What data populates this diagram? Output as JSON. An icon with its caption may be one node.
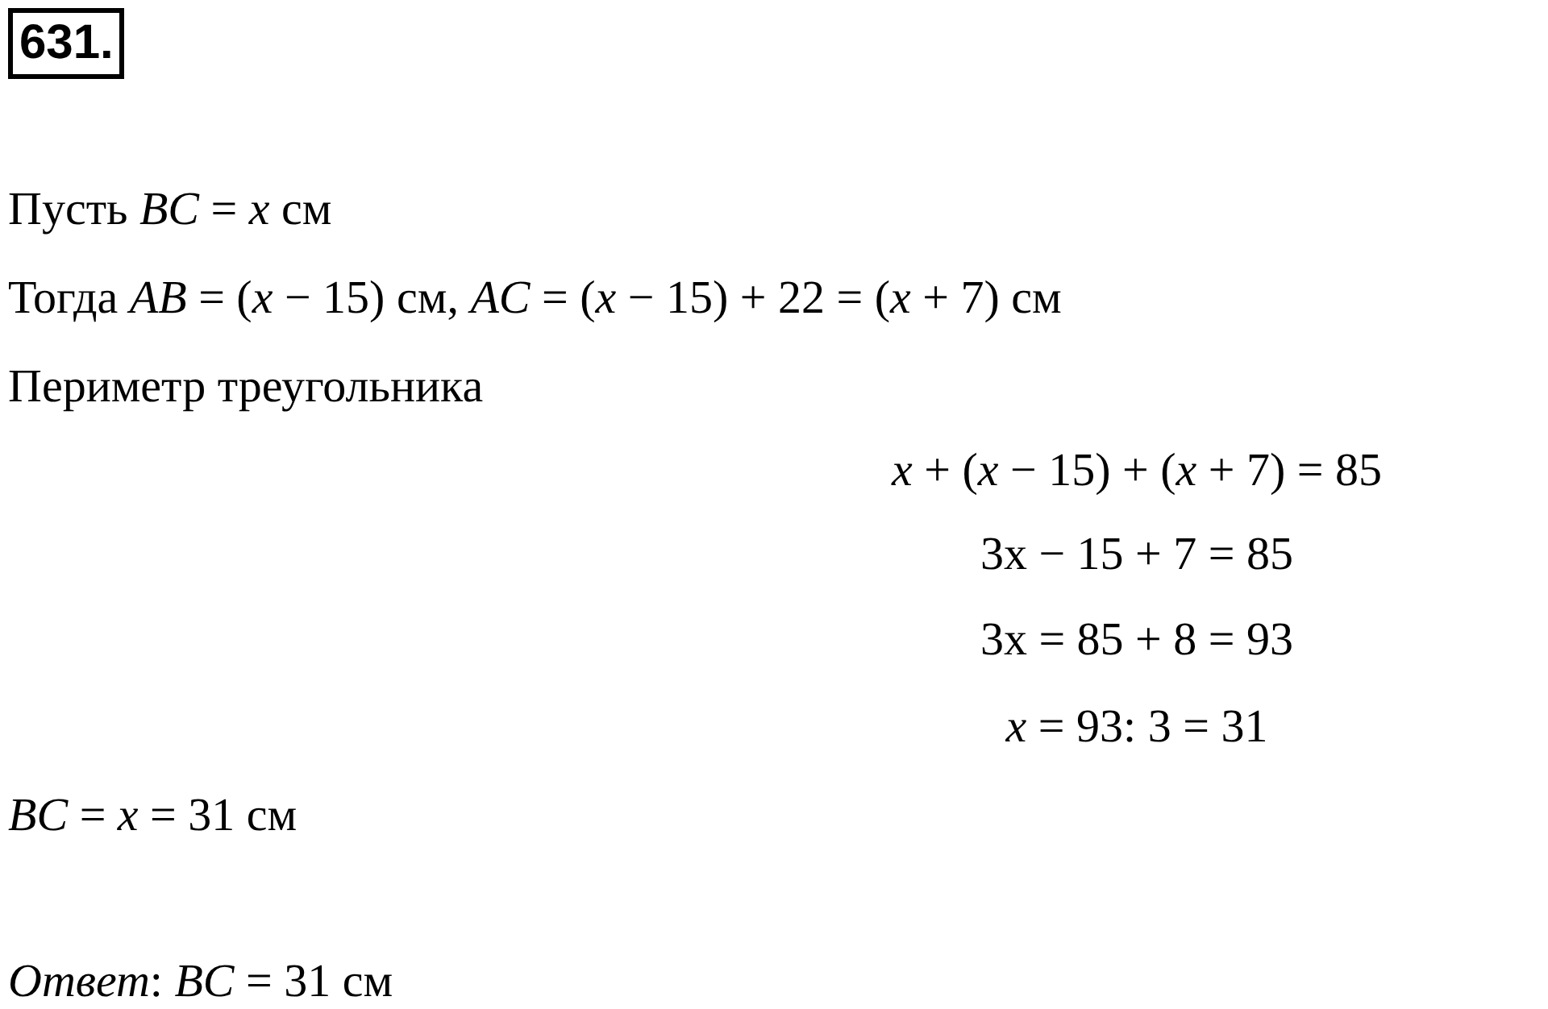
{
  "diagram": {
    "nodes": [
      {
        "text": [
          "631."
        ]
      }
    ],
    "labels": [
      "Пусть *BC* = *x* см",
      "Тогда *AB* = (*x* − 15) см, *AC* = (*x* − 15) + 22 = (*x* + 7) см",
      "Периметр треугольника",
      "*x* + (*x* − 15) + (*x* + 7) = 85",
      "3x − 15 + 7 = 85",
      "3x = 85 + 8 = 93",
      "*x* = 93: 3 = 31",
      "*BC* = *x* = 31 см",
      "*Ответ*: *BC* = 31 см"
    ]
  }
}
